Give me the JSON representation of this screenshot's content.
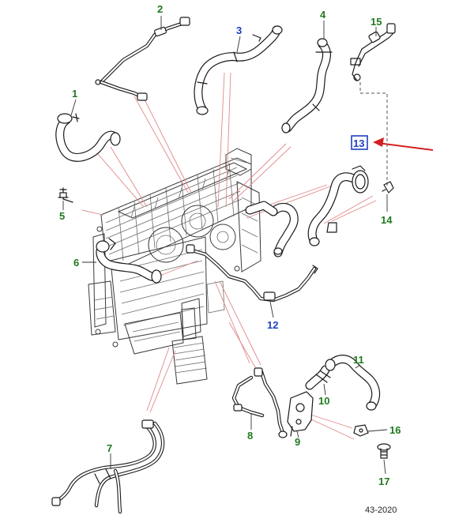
{
  "colors": {
    "callout_green": "#1f7a1f",
    "callout_blue": "#1f3fbf",
    "leader_red": "#e08a8a",
    "highlight_arrow": "#d42020"
  },
  "callouts": [
    {
      "id": "1",
      "label": "1",
      "color": "green"
    },
    {
      "id": "2",
      "label": "2",
      "color": "green"
    },
    {
      "id": "3",
      "label": "3",
      "color": "blue"
    },
    {
      "id": "4",
      "label": "4",
      "color": "green"
    },
    {
      "id": "5",
      "label": "5",
      "color": "green"
    },
    {
      "id": "6",
      "label": "6",
      "color": "green"
    },
    {
      "id": "7",
      "label": "7",
      "color": "green"
    },
    {
      "id": "8",
      "label": "8",
      "color": "green"
    },
    {
      "id": "9",
      "label": "9",
      "color": "green"
    },
    {
      "id": "10",
      "label": "10",
      "color": "green"
    },
    {
      "id": "11",
      "label": "11",
      "color": "green"
    },
    {
      "id": "12",
      "label": "12",
      "color": "blue"
    },
    {
      "id": "13",
      "label": "13",
      "color": "blue",
      "highlighted": true
    },
    {
      "id": "14",
      "label": "14",
      "color": "green"
    },
    {
      "id": "15",
      "label": "15",
      "color": "green"
    },
    {
      "id": "16",
      "label": "16",
      "color": "green"
    },
    {
      "id": "17",
      "label": "17",
      "color": "green"
    }
  ],
  "reference_code": "43-2020",
  "icons": {
    "highlight_arrow": "left-pointing-arrow-icon"
  }
}
